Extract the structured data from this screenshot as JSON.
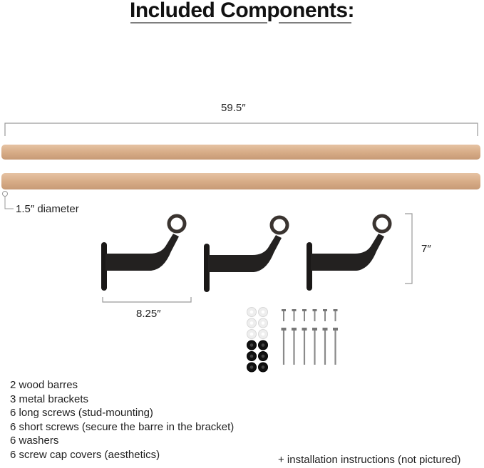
{
  "title": "Included Components:",
  "dimensions": {
    "barre_length": "59.5″",
    "barre_diameter": "1.5″ diameter",
    "bracket_height": "7″",
    "bracket_depth": "8.25″"
  },
  "components": [
    "2 wood barres",
    "3 metal brackets",
    "6 long screws (stud-mounting)",
    "6 short screws (secure the barre in the bracket)",
    "6 washers",
    "6 screw cap covers  (aesthetics)"
  ],
  "note": "+ installation instructions (not pictured)",
  "colors": {
    "wood": "#d8b08e",
    "metal": "#1f1d1b",
    "dimension_line": "#9a9a9a"
  }
}
